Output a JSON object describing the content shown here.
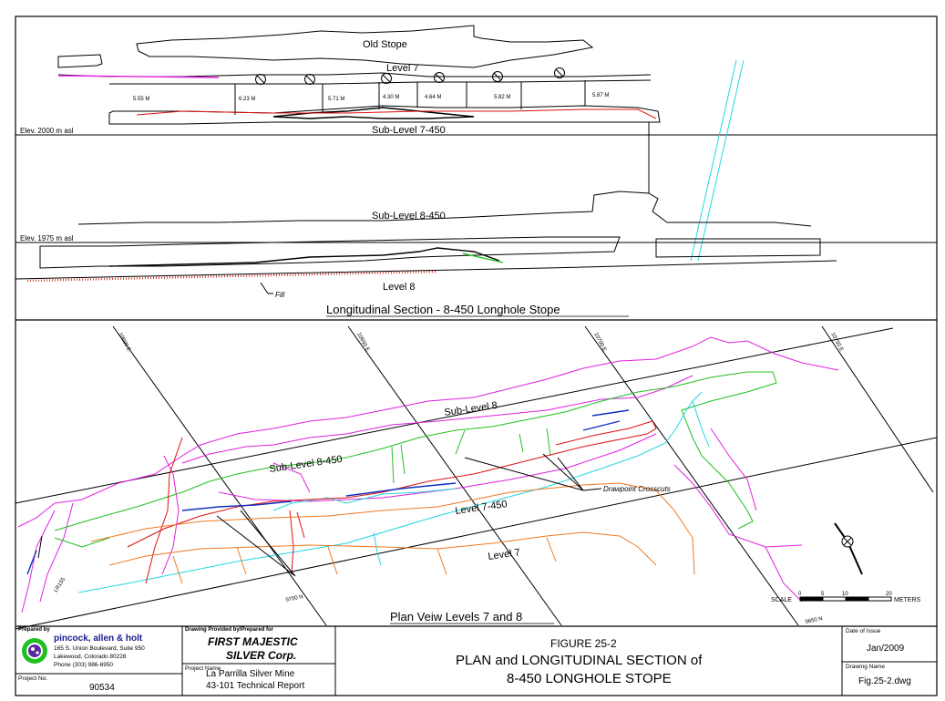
{
  "section": {
    "title": "Longitudinal Section - 8-450 Longhole Stope",
    "labels": {
      "old_stope": "Old Stope",
      "level7": "Level 7",
      "sublevel_7_450": "Sub-Level 7-450",
      "sublevel_8_450": "Sub-Level 8-450",
      "level8": "Level 8",
      "fill": "Fill",
      "elev_2000": "Elev. 2000 m asl",
      "elev_1975": "Elev. 1975 m asl"
    },
    "distances": [
      "5.55 M",
      "6.23 M",
      "5.71 M",
      "4.30 M",
      "4.64 M",
      "5.82 M",
      "5.87 M"
    ]
  },
  "plan": {
    "title": "Plan Veiw Levels 7 and 8",
    "labels": {
      "sublevel8": "Sub-Level 8",
      "sublevel_8_450": "Sub-Level 8-450",
      "level_7_450": "Level 7-450",
      "level7": "Level 7",
      "drawpoint": "Drawpoint Crosscuts",
      "lr": "LR155"
    },
    "grid_labels": {
      "e1": "10600 E",
      "e2": "10650 E",
      "e3": "10700 E",
      "e4": "10750 E",
      "n1": "9700 N",
      "n2": "9650 N"
    },
    "scale": {
      "label": "SCALE",
      "ticks": [
        "0",
        "5",
        "10",
        "20"
      ],
      "unit": "METERS"
    }
  },
  "titleblock": {
    "prepared_by_label": "Prepared by",
    "company": "pincock, allen & holt",
    "address1": "165 S. Union Boulevard, Suite 950",
    "address2": "Lakewood, Colorado 80228",
    "phone": "Phone (303) 986-6950",
    "project_no_label": "Project No.",
    "project_no": "90534",
    "provided_label": "Drawing Provided by/Prepared for",
    "client1": "FIRST MAJESTIC",
    "client2": "SILVER Corp.",
    "project_name_label": "Project Name",
    "project_name1": "La Parrilla Silver Mine",
    "project_name2": "43-101 Technical Report",
    "figure": "FIGURE 25-2",
    "title1": "PLAN and LONGITUDINAL SECTION of",
    "title2": "8-450 LONGHOLE STOPE",
    "date_label": "Date of Issue",
    "date": "Jan/2009",
    "drawing_name_label": "Drawing Name",
    "drawing_name": "Fig.25-2.dwg"
  },
  "colors": {
    "magenta": "#e020e0",
    "green": "#20c020",
    "red": "#e01010",
    "cyan": "#20d8e0",
    "orange": "#f07820",
    "blue": "#1030c0",
    "fill": "#d04030",
    "ink": "#000000"
  }
}
